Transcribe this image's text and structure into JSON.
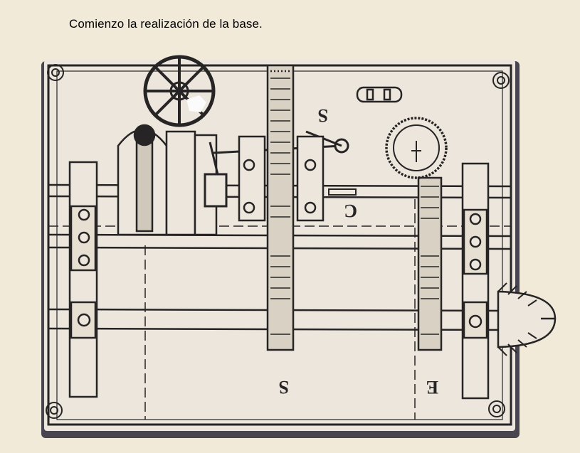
{
  "caption": "Comienzo la realización de la base.",
  "drawing": {
    "mark_left_shaft_1": "S",
    "mark_left_shaft_2": "C",
    "mark_bottom_center": "S",
    "mark_bottom_right": "E"
  },
  "colors": {
    "paper": "#f1ead9",
    "card": "#ece6dc",
    "ink": "#262424",
    "card_border": "#1a1a2e"
  }
}
